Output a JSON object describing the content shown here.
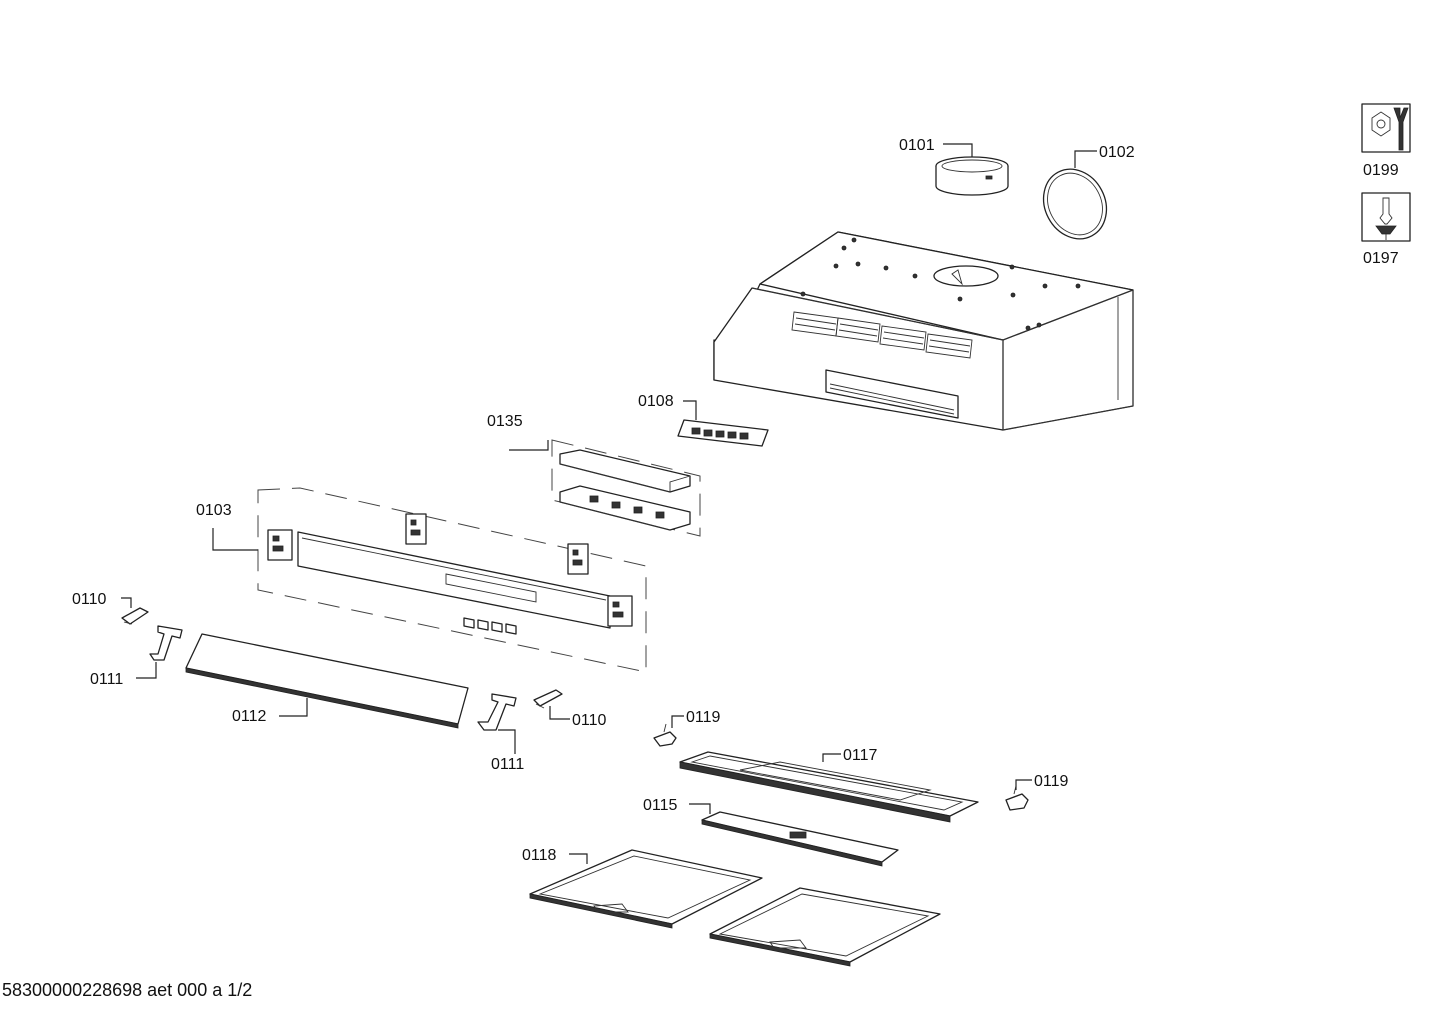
{
  "parts": {
    "p0101": "0101",
    "p0102": "0102",
    "p0103": "0103",
    "p0108": "0108",
    "p0110_left": "0110",
    "p0110_right": "0110",
    "p0111_left": "0111",
    "p0111_right": "0111",
    "p0112": "0112",
    "p0115": "0115",
    "p0117": "0117",
    "p0118": "0118",
    "p0119_left": "0119",
    "p0119_right": "0119",
    "p0135": "0135"
  },
  "tools": {
    "t0199": "0199",
    "t0197": "0197",
    "t0199_icon": "nut-and-wrench-icon",
    "t0197_icon": "screwdriver-icon"
  },
  "footer": {
    "document_id": "58300000228698 aet 000 a 1/2"
  }
}
